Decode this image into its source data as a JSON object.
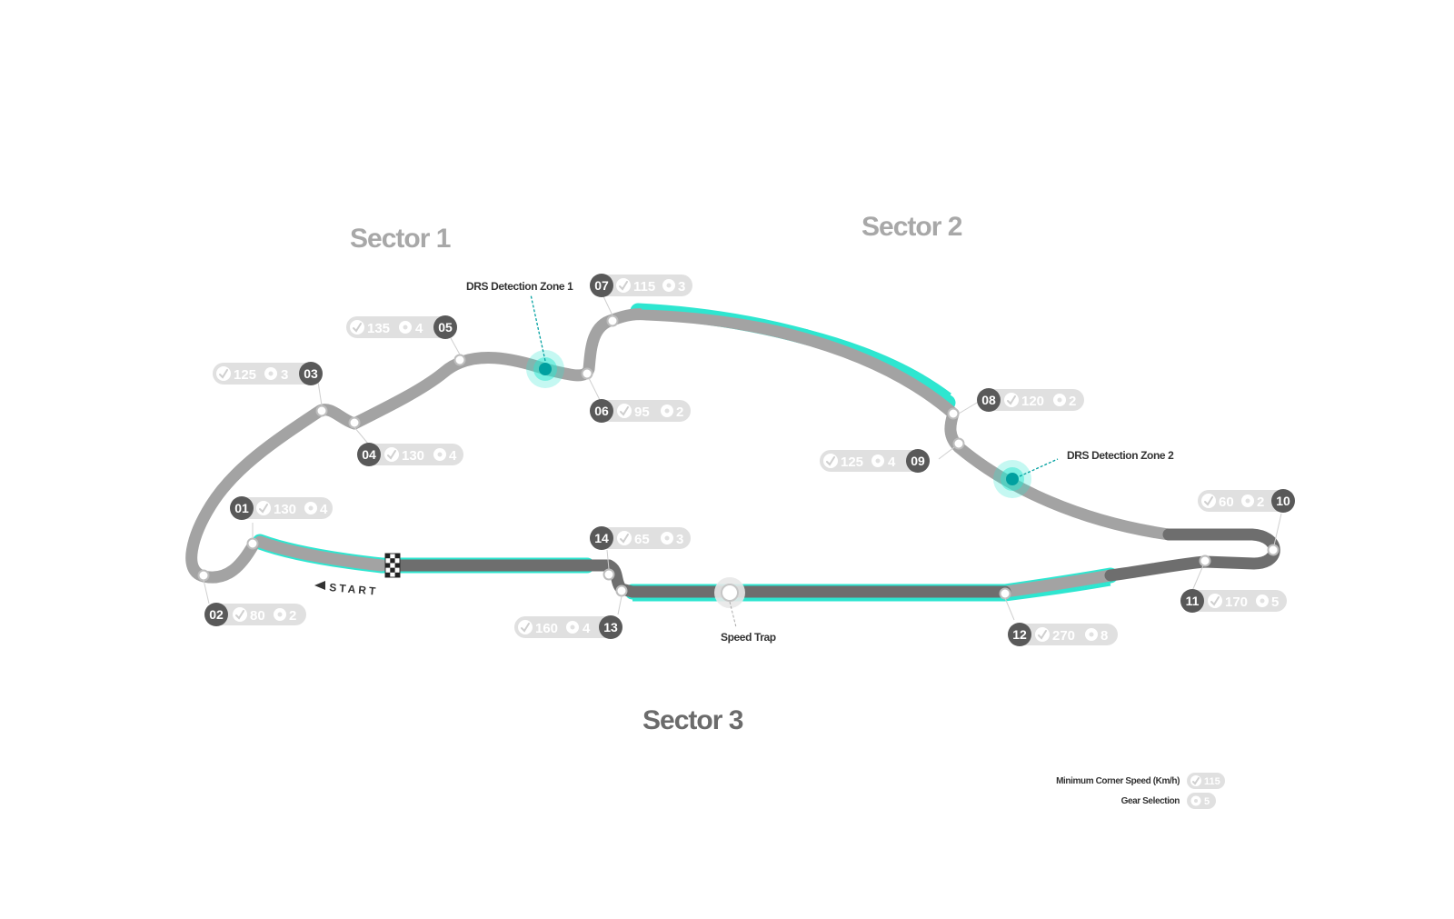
{
  "sectors": {
    "s1": "Sector 1",
    "s2": "Sector 2",
    "s3": "Sector 3"
  },
  "zones": {
    "drs1": "DRS Detection Zone 1",
    "drs2": "DRS Detection Zone 2",
    "speed_trap": "Speed Trap",
    "start": "START"
  },
  "turns": [
    {
      "number": "01",
      "speed": "130",
      "gear": "4"
    },
    {
      "number": "02",
      "speed": "80",
      "gear": "2"
    },
    {
      "number": "03",
      "speed": "125",
      "gear": "3"
    },
    {
      "number": "04",
      "speed": "130",
      "gear": "4"
    },
    {
      "number": "05",
      "speed": "135",
      "gear": "4"
    },
    {
      "number": "06",
      "speed": "95",
      "gear": "2"
    },
    {
      "number": "07",
      "speed": "115",
      "gear": "3"
    },
    {
      "number": "08",
      "speed": "120",
      "gear": "2"
    },
    {
      "number": "09",
      "speed": "125",
      "gear": "4"
    },
    {
      "number": "10",
      "speed": "60",
      "gear": "2"
    },
    {
      "number": "11",
      "speed": "170",
      "gear": "5"
    },
    {
      "number": "12",
      "speed": "270",
      "gear": "8"
    },
    {
      "number": "13",
      "speed": "160",
      "gear": "4"
    },
    {
      "number": "14",
      "speed": "65",
      "gear": "3"
    }
  ],
  "legend": {
    "speed_label": "Minimum Corner Speed (Km/h)",
    "speed_example": "115",
    "gear_label": "Gear Selection",
    "gear_example": "5"
  },
  "colors": {
    "track_light": "#a3a3a3",
    "track_dark": "#6e6e6e",
    "drs_accent": "#2ee6d0",
    "drs_node": "#00a0a0",
    "chip": "#e0e0e0",
    "number_badge": "#595959"
  }
}
